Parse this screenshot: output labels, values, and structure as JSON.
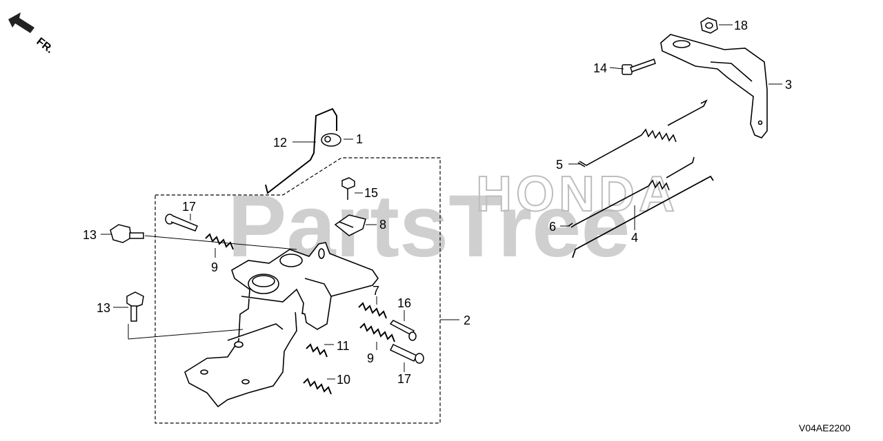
{
  "direction_label": "FR.",
  "diagram_code": "V04AE2200",
  "watermark": {
    "left": "PartsTree",
    "right": "HONDA"
  },
  "callouts": {
    "c1": "1",
    "c2": "2",
    "c3": "3",
    "c4": "4",
    "c5": "5",
    "c6": "6",
    "c7": "7",
    "c8": "8",
    "c9a": "9",
    "c9b": "9",
    "c10": "10",
    "c11": "11",
    "c12": "12",
    "c13a": "13",
    "c13b": "13",
    "c14": "14",
    "c15": "15",
    "c16": "16",
    "c17a": "17",
    "c17b": "17",
    "c18": "18"
  }
}
